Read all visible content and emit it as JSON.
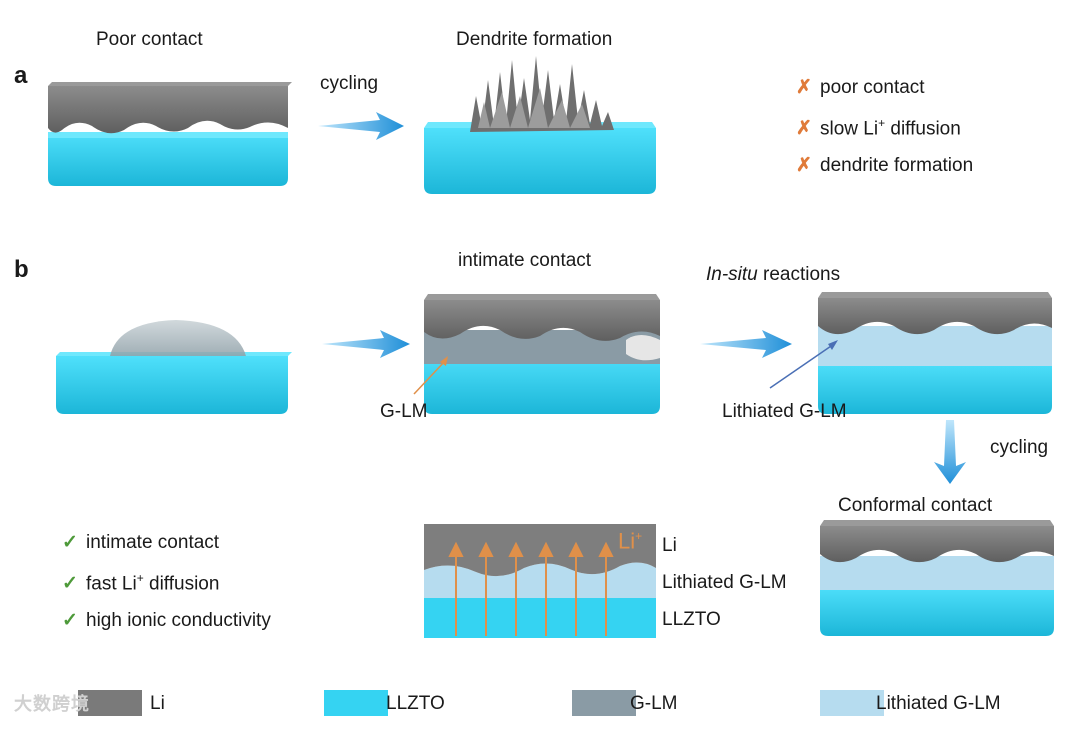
{
  "colors": {
    "li": "#7a7a7a",
    "li_dark": "#5e5e5e",
    "llzto": "#35d3f2",
    "llzto_dark": "#1fb9d9",
    "glm": "#8a9ba5",
    "lithiated_glm": "#b6dcef",
    "arrow_blue": "#2ba6e6",
    "annotation_orange": "#e0904a",
    "annotation_blue": "#4a6fb5",
    "cross": "#e07b3a",
    "check": "#4e9a3a"
  },
  "panel_a": {
    "letter": "a",
    "label_poor_contact": "Poor contact",
    "label_dendrite": "Dendrite formation",
    "arrow_label": "cycling",
    "drawbacks": [
      {
        "icon": "cross-icon",
        "mark": "✗",
        "text": "poor contact"
      },
      {
        "icon": "cross-icon",
        "mark": "✗",
        "text_before": "slow Li",
        "sup": "+",
        "text_after": " diffusion"
      },
      {
        "icon": "cross-icon",
        "mark": "✗",
        "text": "dendrite formation"
      }
    ]
  },
  "panel_b": {
    "letter": "b",
    "label_intimate": "intimate contact",
    "label_insitu_italic": "In-situ",
    "label_insitu_rest": " reactions",
    "label_glm": "G-LM",
    "label_lithiated": "Lithiated G-LM",
    "label_cycling": "cycling",
    "label_conformal": "Conformal contact",
    "zoom": {
      "ion_label": "Li",
      "ion_sup": "+",
      "layer_labels": [
        "Li",
        "Lithiated G-LM",
        "LLZTO"
      ]
    },
    "benefits": [
      {
        "icon": "check-icon",
        "mark": "✓",
        "text": "intimate contact"
      },
      {
        "icon": "check-icon",
        "mark": "✓",
        "text_before": "fast Li",
        "sup": "+",
        "text_after": " diffusion"
      },
      {
        "icon": "check-icon",
        "mark": "✓",
        "text": "high ionic conductivity"
      }
    ]
  },
  "legend": [
    {
      "name": "Li",
      "color_key": "li"
    },
    {
      "name": "LLZTO",
      "color_key": "llzto"
    },
    {
      "name": "G-LM",
      "color_key": "glm"
    },
    {
      "name": "Lithiated G-LM",
      "color_key": "lithiated_glm"
    }
  ],
  "watermark": "大数跨境"
}
